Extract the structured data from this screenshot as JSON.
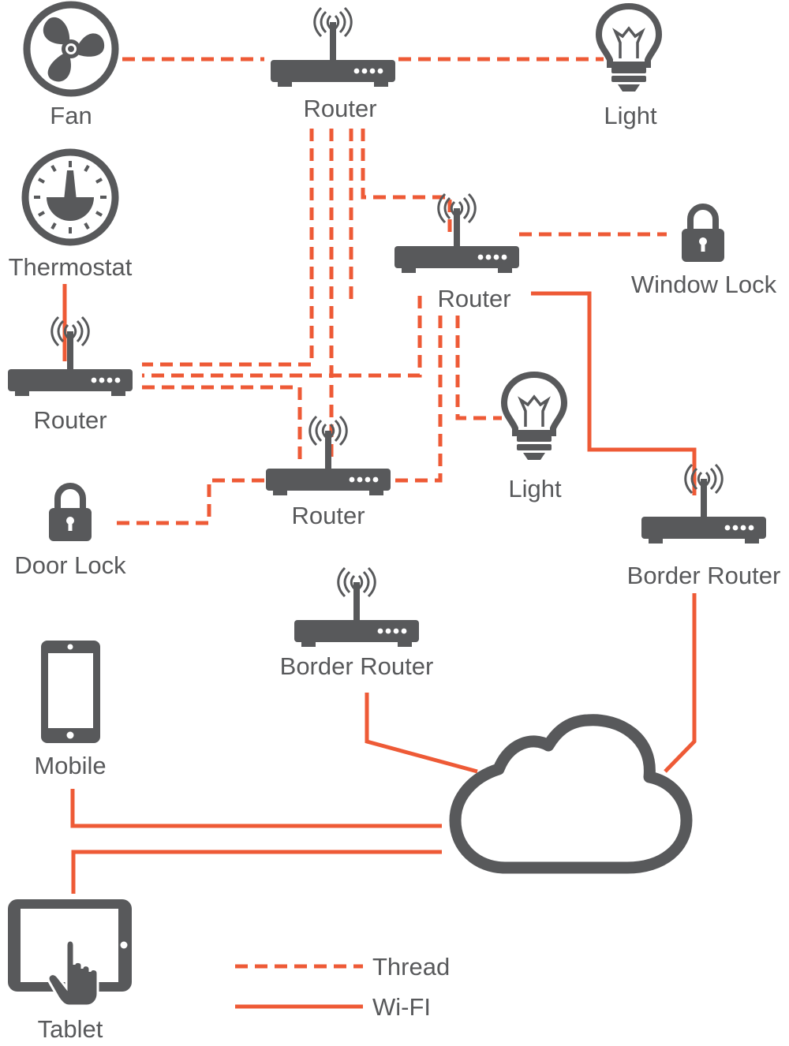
{
  "nodes": {
    "fan": {
      "label": "Fan",
      "icon": "fan-icon"
    },
    "router_top": {
      "label": "Router",
      "icon": "router-icon"
    },
    "light_top": {
      "label": "Light",
      "icon": "lightbulb-icon"
    },
    "thermostat": {
      "label": "Thermostat",
      "icon": "thermostat-icon"
    },
    "router_mid": {
      "label": "Router",
      "icon": "router-icon"
    },
    "window_lock": {
      "label": "Window Lock",
      "icon": "padlock-icon"
    },
    "router_left": {
      "label": "Router",
      "icon": "router-icon"
    },
    "router_center": {
      "label": "Router",
      "icon": "router-icon"
    },
    "light_mid": {
      "label": "Light",
      "icon": "lightbulb-icon"
    },
    "door_lock": {
      "label": "Door Lock",
      "icon": "padlock-icon"
    },
    "border_router_right": {
      "label": "Border Router",
      "icon": "router-icon"
    },
    "border_router_center": {
      "label": "Border Router",
      "icon": "router-icon"
    },
    "mobile": {
      "label": "Mobile",
      "icon": "smartphone-icon"
    },
    "tablet": {
      "label": "Tablet",
      "icon": "tablet-touch-icon"
    },
    "cloud": {
      "label": "",
      "icon": "cloud-icon"
    }
  },
  "legend": {
    "thread": "Thread",
    "wifi": "Wi-FI"
  },
  "colors": {
    "link": "#ee5a36",
    "device": "#58595b"
  }
}
